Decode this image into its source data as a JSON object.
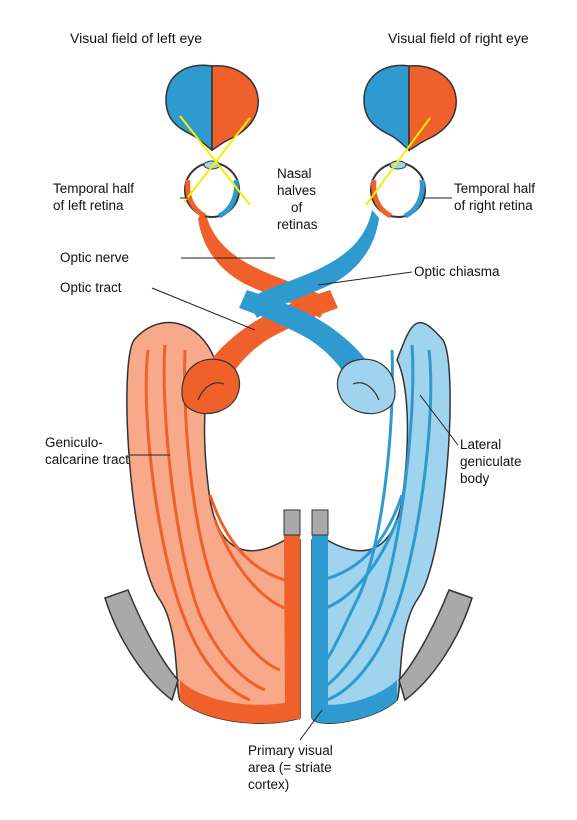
{
  "titles": {
    "left_field": "Visual field of left eye",
    "right_field": "Visual field of right eye"
  },
  "labels": {
    "nasal": [
      "Nasal",
      "halves",
      "of",
      "retinas"
    ],
    "temporal_left": [
      "Temporal half",
      "of left retina"
    ],
    "temporal_right": [
      "Temporal half",
      "of right retina"
    ],
    "optic_nerve": "Optic nerve",
    "optic_chiasma": "Optic chiasma",
    "optic_tract": "Optic tract",
    "geniculo": [
      "Geniculo-",
      "calcarine tract"
    ],
    "lateral": [
      "Lateral",
      "geniculate",
      "body"
    ],
    "primary": [
      "Primary visual",
      "area (= striate",
      "cortex)"
    ]
  },
  "colors": {
    "left_pathway": "#f0602a",
    "left_pathway_light": "#f7a98a",
    "right_pathway": "#2f9ad0",
    "right_pathway_light": "#9fd3ee",
    "cortex_gray": "#a9a9a9",
    "line_of_sight": "#f4f000"
  }
}
